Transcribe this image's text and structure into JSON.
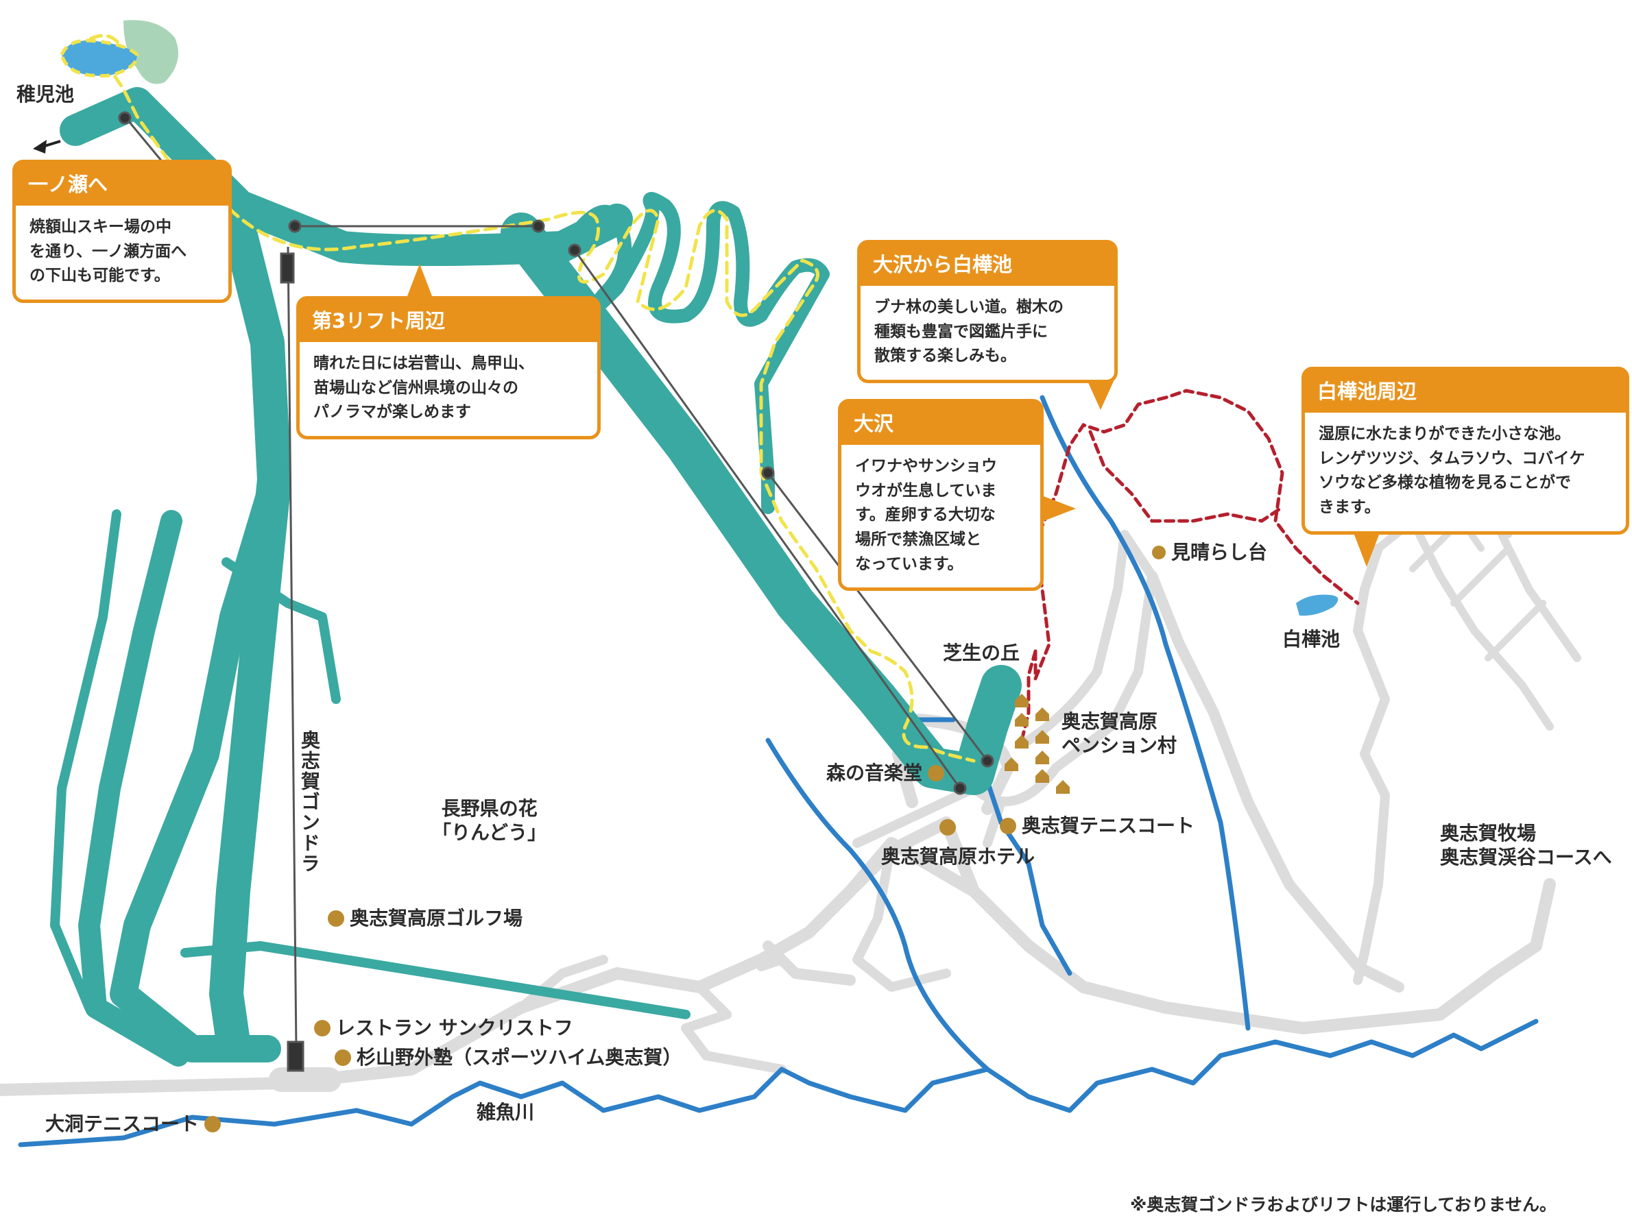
{
  "places": {
    "chigo_ike": "稚児池",
    "ichinose_arrow": "←",
    "gondola": "奥志賀ゴンドラ",
    "nagano_flower": "長野県の花\n「りんどう」",
    "golf": "奥志賀高原ゴルフ場",
    "restaurant": "レストラン サンクリストフ",
    "sugiyama": "杉山野外塾（スポーツハイム奥志賀）",
    "oohora_tennis": "大洞テニスコート",
    "zako_river": "雑魚川",
    "shibafu": "芝生の丘",
    "pension": "奥志賀高原\nペンション村",
    "mori_ongakudo": "森の音楽堂",
    "okushiga_tennis": "奥志賀テニスコート",
    "okushiga_hotel": "奥志賀高原ホテル",
    "miharashi": "見晴らし台",
    "shirakaba_ike": "白樺池",
    "farm": "奥志賀牧場\n奥志賀渓谷コースへ"
  },
  "callouts": {
    "ichinose": {
      "title": "一ノ瀬へ",
      "body": "焼額山スキー場の中\nを通り、一ノ瀬方面へ\nの下山も可能です。"
    },
    "lift3": {
      "title": "第3リフト周辺",
      "body": "晴れた日には岩菅山、鳥甲山、\n苗場山など信州県境の山々の\nパノラマが楽しめます"
    },
    "oosawa_shirakaba": {
      "title": "大沢から白樺池",
      "body": "ブナ林の美しい道。樹木の\n種類も豊富で図鑑片手に\n散策する楽しみも。"
    },
    "oosawa": {
      "title": "大沢",
      "body": "イワナやサンショウ\nウオが生息していま\nす。産卵する大切な\n場所で禁漁区域と\nなっています。"
    },
    "shirakaba_area": {
      "title": "白樺池周辺",
      "body": "湿原に水たまりができた小さな池。\nレンゲツツジ、タムラソウ、コバイケ\nソウなど多様な植物を見ることがで\nきます。"
    }
  },
  "footnote": "※奥志賀ゴンドラおよびリフトは運行しておりません。",
  "colors": {
    "slope": "#3aa9a1",
    "road": "#dcdcdc",
    "river": "#2d7fc7",
    "trail_yellow": "#f1e34a",
    "trail_red": "#b5202e",
    "accent_orange": "#e8921c",
    "facility_dot": "#b98a2f",
    "pond": "#4da9dc",
    "pond_area": "#a9d4b8"
  }
}
